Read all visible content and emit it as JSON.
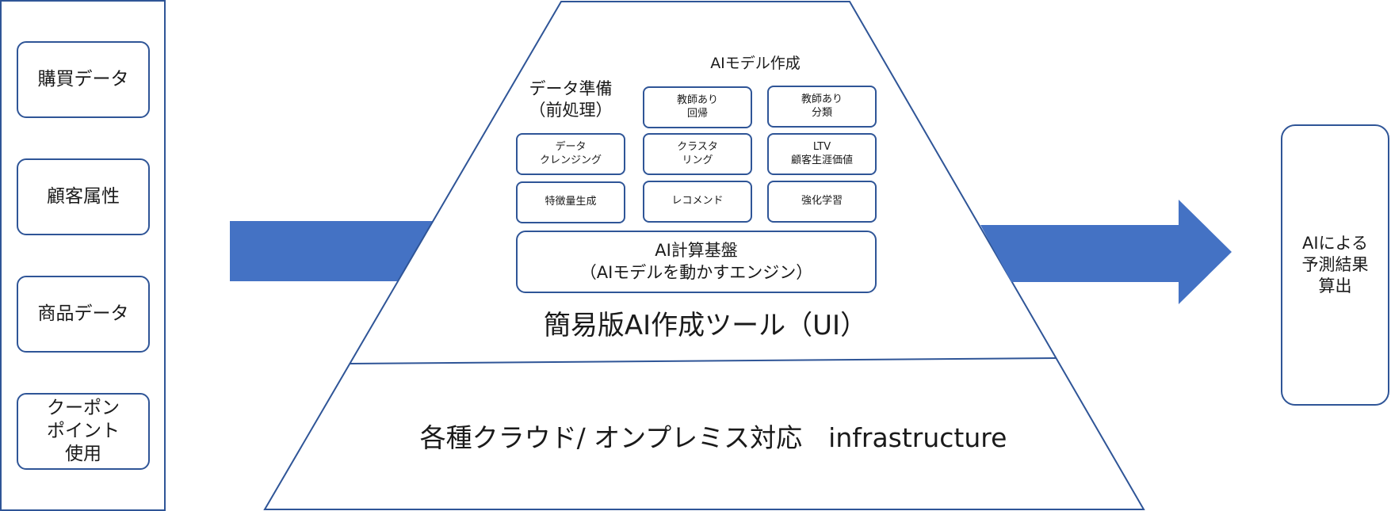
{
  "inputs": [
    "購買データ",
    "顧客属性",
    "商品データ",
    "クーポン\nポイント\n使用"
  ],
  "tool": {
    "prep_label": "データ準備\n（前処理）",
    "model_label": "AIモデル作成",
    "cells": {
      "supervised_regression": "教師あり\n回帰",
      "supervised_classification": "教師あり\n分類",
      "data_cleansing": "データ\nクレンジング",
      "clustering": "クラスタ\nリング",
      "ltv": "LTV\n顧客生涯価値",
      "feature_generation": "特徴量生成",
      "recommend": "レコメンド",
      "reinforcement_learning": "強化学習"
    },
    "compute_base": "AI計算基盤\n（AIモデルを動かすエンジン）",
    "ui_title": "簡易版AI作成ツール（UI）"
  },
  "infrastructure_label": "各種クラウド/ オンプレミス対応　infrastructure",
  "output": "AIによる\n予測結果\n算出",
  "colors": {
    "line": "#2f5597",
    "arrow": "#4472c4"
  }
}
